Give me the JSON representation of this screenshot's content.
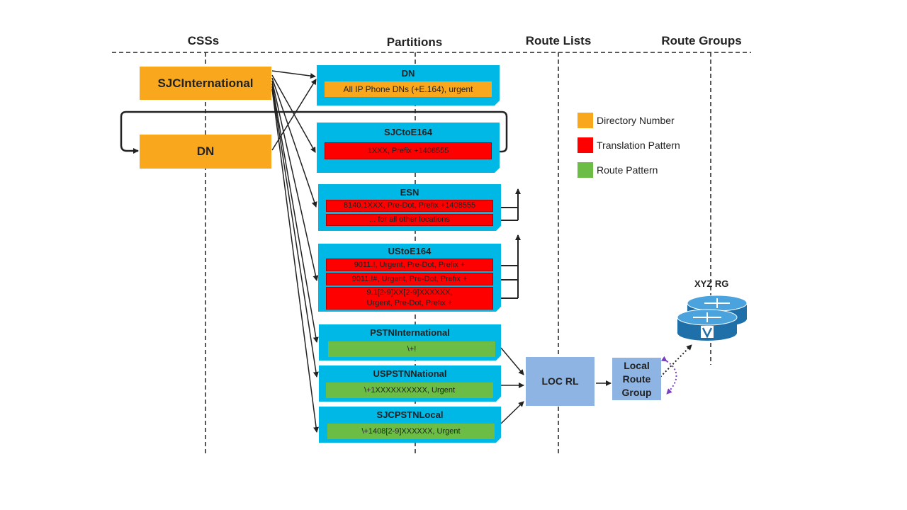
{
  "columns": {
    "css": "CSSs",
    "partitions": "Partitions",
    "route_lists": "Route Lists",
    "route_groups": "Route Groups"
  },
  "css_boxes": {
    "sjc_international": "SJCInternational",
    "dn": "DN"
  },
  "partitions": {
    "dn": {
      "title": "DN",
      "patterns": [
        "All IP Phone DNs (+E.164), urgent"
      ]
    },
    "sjctoe164": {
      "title": "SJCtoE164",
      "patterns": [
        "1XXX, Prefix +1408555"
      ]
    },
    "esn": {
      "title": "ESN",
      "patterns": [
        "8140.1XXX, Pre-Dot, Prefix +1408555",
        "... for all other locations"
      ]
    },
    "ustoe164": {
      "title": "UStoE164",
      "patterns": [
        "9011.!, Urgent, Pre-Dot, Prefix +",
        "9011.!#, Urgent, Pre-Dot, Prefix +",
        "9.1[2-9]XX[2-9]XXXXXX, Urgent, Pre-Dot, Prefix +"
      ]
    },
    "pstn_international": {
      "title": "PSTNInternational",
      "patterns": [
        "\\+!"
      ]
    },
    "uspstn_national": {
      "title": "USPSTNNational",
      "patterns": [
        "\\+1XXXXXXXXXX, Urgent"
      ]
    },
    "sjcpstn_local": {
      "title": "SJCPSTNLocal",
      "patterns": [
        "\\+1408[2-9]XXXXXX, Urgent"
      ]
    }
  },
  "legend": {
    "directory_number": {
      "label": "Directory Number",
      "color": "#f9a81e"
    },
    "translation_pattern": {
      "label": "Translation Pattern",
      "color": "#ff0000"
    },
    "route_pattern": {
      "label": "Route Pattern",
      "color": "#6cbd45"
    }
  },
  "route_list": {
    "label": "LOC RL"
  },
  "route_group": {
    "label": "Local Route Group"
  },
  "xyz_rg": {
    "label": "XYZ RG",
    "icon": "router-icon"
  }
}
